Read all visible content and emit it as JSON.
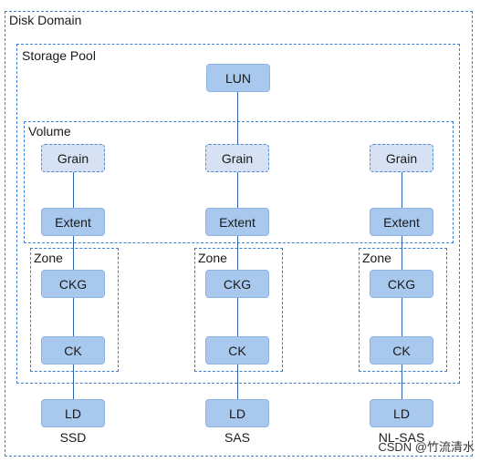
{
  "containers": {
    "disk_domain": "Disk Domain",
    "storage_pool": "Storage Pool",
    "volume": "Volume",
    "zone": "Zone"
  },
  "nodes": {
    "lun": "LUN",
    "grain": "Grain",
    "extent": "Extent",
    "ckg": "CKG",
    "ck": "CK",
    "ld": "LD"
  },
  "tiers": [
    "SSD",
    "SAS",
    "NL-SAS"
  ],
  "watermark": "CSDN @竹流清水",
  "colors": {
    "frame_border": "#3d7fd0",
    "node_fill": "#a8c8ee",
    "grain_fill": "#d6e2f3",
    "connector": "#2f62a8"
  }
}
